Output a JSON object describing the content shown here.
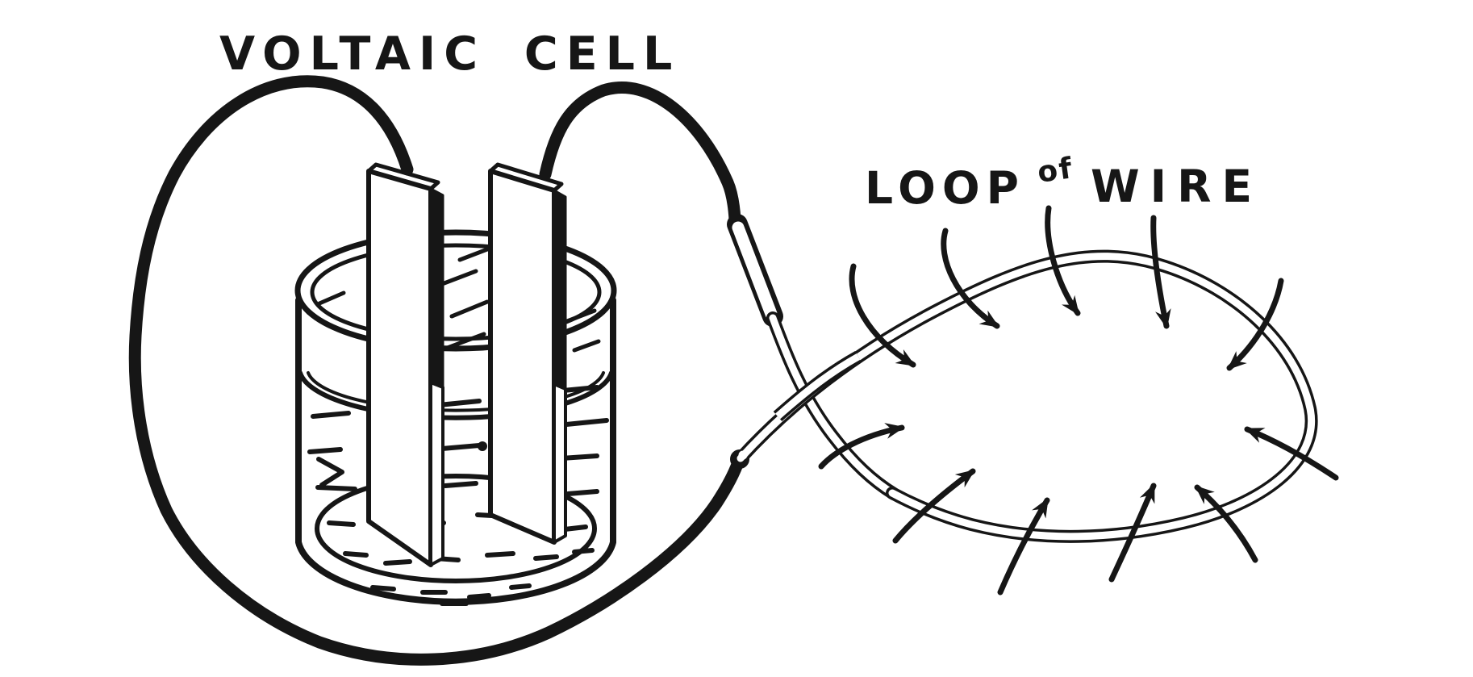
{
  "labels": {
    "voltaic_cell": "VOLTAIC CELL",
    "loop_word": "LOOP",
    "of_word": "of",
    "wire_word": "WIRE"
  },
  "colors": {
    "ink": "#161616",
    "paper": "#ffffff"
  },
  "figure": {
    "style": "hand-drawn black ink line illustration",
    "parts": [
      "voltaic cell: glass jar with liquid and two plate electrodes",
      "left connecting wire sweeping around the jar",
      "right connecting wire with joint sleeve",
      "open loop of wire drawn as a tube with crossed ends",
      "magnetic field arrows circling the loop wire"
    ],
    "field_arrow_count": 11
  }
}
